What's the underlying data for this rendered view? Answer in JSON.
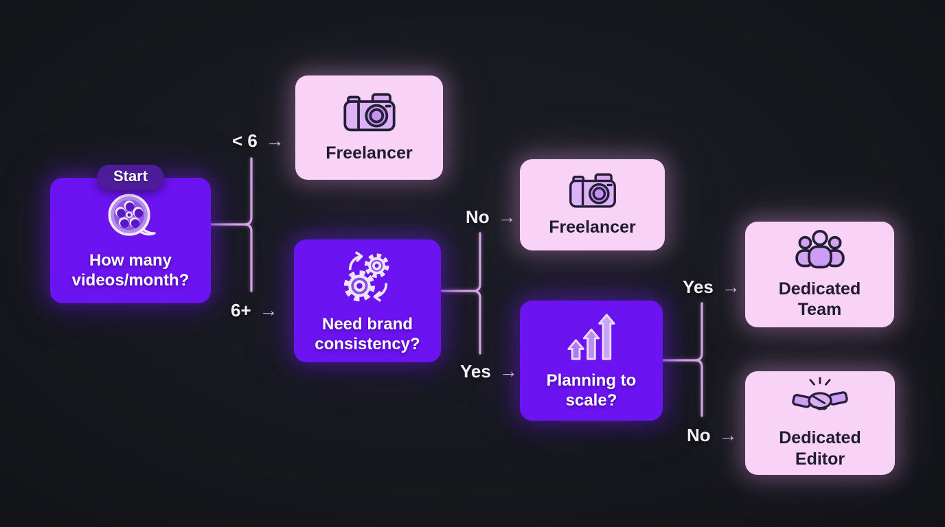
{
  "diagram_type": "decision-flowchart",
  "colors": {
    "background": "#16181d",
    "question_node": "#6b13f0",
    "result_node": "#f8d2f7",
    "start_badge": "#4c1c9a",
    "connector_line": "#d9a6e8",
    "text_on_purple": "#ffffff",
    "text_on_pink": "#201b30",
    "edge_label_text": "#f4f0f8"
  },
  "arrow_glyph": "→",
  "nodes": [
    {
      "id": "start",
      "badge": "Start",
      "label": "How many videos/month?",
      "icon": "film-reel",
      "variant": "purple"
    },
    {
      "id": "freelancer-1",
      "label": "Freelancer",
      "icon": "camera",
      "variant": "pink"
    },
    {
      "id": "need-brand-consistency",
      "label": "Need brand consistency?",
      "icon": "gears-sync",
      "variant": "purple"
    },
    {
      "id": "freelancer-2",
      "label": "Freelancer",
      "icon": "camera",
      "variant": "pink"
    },
    {
      "id": "planning-to-scale",
      "label": "Planning to scale?",
      "icon": "growth-arrows",
      "variant": "purple"
    },
    {
      "id": "dedicated-team",
      "label": "Dedicated Team",
      "icon": "team",
      "variant": "pink"
    },
    {
      "id": "dedicated-editor",
      "label": "Dedicated Editor",
      "icon": "handshake",
      "variant": "pink"
    }
  ],
  "edges": [
    {
      "from": "start",
      "to": "freelancer-1",
      "label": "< 6"
    },
    {
      "from": "start",
      "to": "need-brand-consistency",
      "label": "6+"
    },
    {
      "from": "need-brand-consistency",
      "to": "freelancer-2",
      "label": "No"
    },
    {
      "from": "need-brand-consistency",
      "to": "planning-to-scale",
      "label": "Yes"
    },
    {
      "from": "planning-to-scale",
      "to": "dedicated-team",
      "label": "Yes"
    },
    {
      "from": "planning-to-scale",
      "to": "dedicated-editor",
      "label": "No"
    }
  ]
}
